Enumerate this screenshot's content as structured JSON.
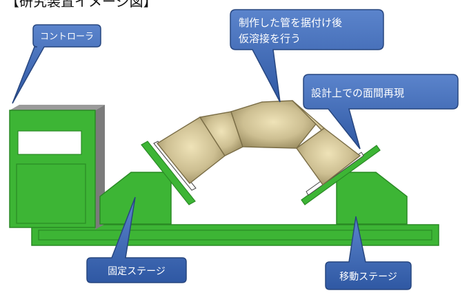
{
  "header": {
    "text": "【研究装置イメージ図】"
  },
  "callouts": {
    "controller": "コントローラ",
    "weld_line1": "制作した管を据付け後",
    "weld_line2": "仮溶接を行う",
    "surface": "設計上での面間再現",
    "fixed_stage": "固定ステージ",
    "moving_stage": "移動ステージ"
  },
  "colors": {
    "green": "#3db535",
    "green_dark": "#2a8a25",
    "green_light": "#6fd165",
    "callout_blue": "#3d66b0",
    "callout_border": "#27467f",
    "pipe": "#cdbf92",
    "pipe_edge": "#7a6d46",
    "controller_side": "#7b7b7b"
  }
}
